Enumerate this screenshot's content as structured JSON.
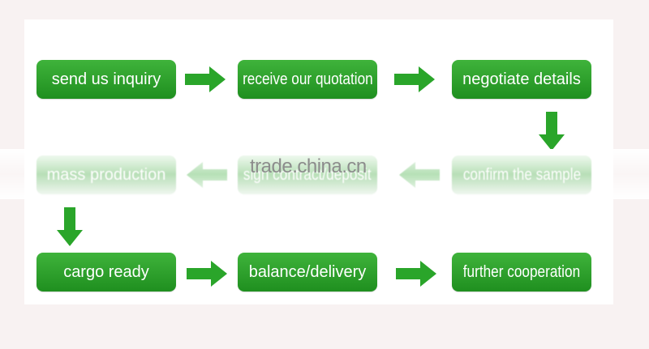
{
  "colors": {
    "box_fill": "#2a9f28",
    "arrow_fill": "#2aa52a",
    "text": "#ffffff"
  },
  "steps": [
    {
      "label": "send us inquiry"
    },
    {
      "label": "receive our quotation"
    },
    {
      "label": "negotiate details"
    },
    {
      "label": "confirm the sample"
    },
    {
      "label": "sign contract/deposit"
    },
    {
      "label": "mass production"
    },
    {
      "label": "cargo ready"
    },
    {
      "label": "balance/delivery"
    },
    {
      "label": "further cooperation"
    }
  ],
  "watermark": "trade.china.cn"
}
